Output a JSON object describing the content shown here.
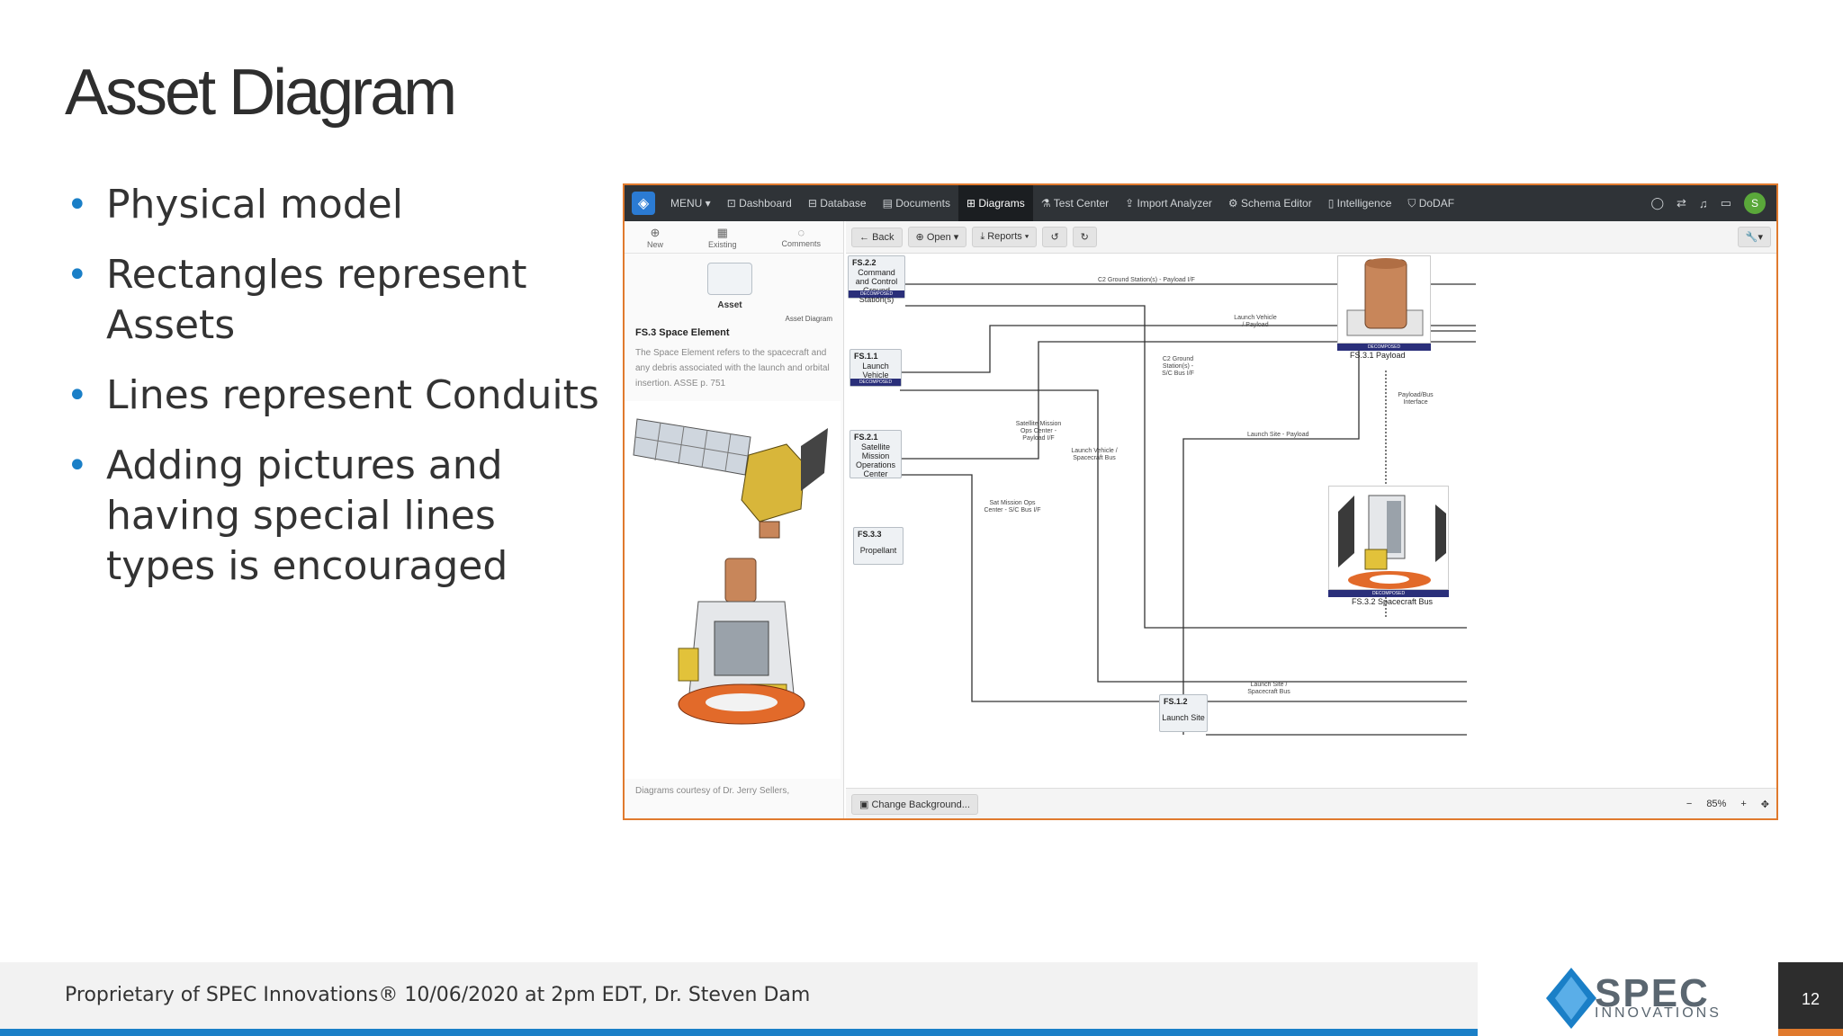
{
  "slide": {
    "title": "Asset Diagram",
    "bullets": [
      "Physical model",
      "Rectangles represent Assets",
      "Lines represent Conduits",
      "Adding pictures and having special lines types is encouraged"
    ],
    "footer": "Proprietary of SPEC Innovations® 10/06/2020 at 2pm EDT, Dr. Steven Dam",
    "logo_main": "SPEC",
    "logo_sub": "INNOVATIONS",
    "page_number": "12"
  },
  "app": {
    "nav": [
      "MENU ▾",
      "Dashboard",
      "Database",
      "Documents",
      "Diagrams",
      "Test Center",
      "Import Analyzer",
      "Schema Editor",
      "Intelligence",
      "DoDAF"
    ],
    "active_nav": "Diagrams",
    "avatar_initial": "S",
    "left_tabs": [
      "New",
      "Existing",
      "Comments"
    ],
    "asset_label": "Asset",
    "asset_diagram_label": "Asset Diagram",
    "desc_title": "FS.3 Space Element",
    "desc_body": "The Space Element refers to the spacecraft and any debris associated with the launch and orbital insertion. ASSE p. 751",
    "left_footer": "Diagrams courtesy of Dr. Jerry Sellers,",
    "toolbar": {
      "back": "Back",
      "open": "Open ▾",
      "reports": "Reports ▾",
      "undo": "↺",
      "redo": "↻",
      "wrench": "🔧▾"
    },
    "bottom": {
      "change_bg": "Change Background...",
      "zoom_out": "−",
      "zoom_level": "85%",
      "zoom_in": "+",
      "fit": "✥"
    },
    "nodes": [
      {
        "id": "FS.2.2",
        "name": "Command and Control Ground Station(s)",
        "decomposed": "DECOMPOSED"
      },
      {
        "id": "FS.1.1",
        "name": "Launch Vehicle",
        "decomposed": "DECOMPOSED"
      },
      {
        "id": "FS.2.1",
        "name": "Satellite Mission Operations Center",
        "decomposed": ""
      },
      {
        "id": "FS.3.3",
        "name": "Propellant",
        "decomposed": ""
      },
      {
        "id": "FS.1.2",
        "name": "Launch Site",
        "decomposed": ""
      }
    ],
    "image_nodes": [
      {
        "label": "FS.3.1 Payload",
        "decomposed": "DECOMPOSED"
      },
      {
        "label": "FS.3.2 Spacecraft Bus",
        "decomposed": "DECOMPOSED"
      }
    ],
    "conduits": [
      "C2 Ground Station(s) - Payload I/F",
      "Launch Vehicle / Payload",
      "C2 Ground Station(s) - S/C Bus I/F",
      "Payload/Bus Interface",
      "Launch Site - Payload",
      "Satellite Mission Ops Center - Payload I/F",
      "Launch Vehicle / Spacecraft Bus",
      "Sat Mission Ops Center - S/C Bus I/F",
      "Launch Site / Spacecraft Bus"
    ]
  },
  "colors": {
    "accent_blue": "#1a7fc7",
    "frame_orange": "#e07a2e",
    "decomposed": "#2a2f7a"
  }
}
